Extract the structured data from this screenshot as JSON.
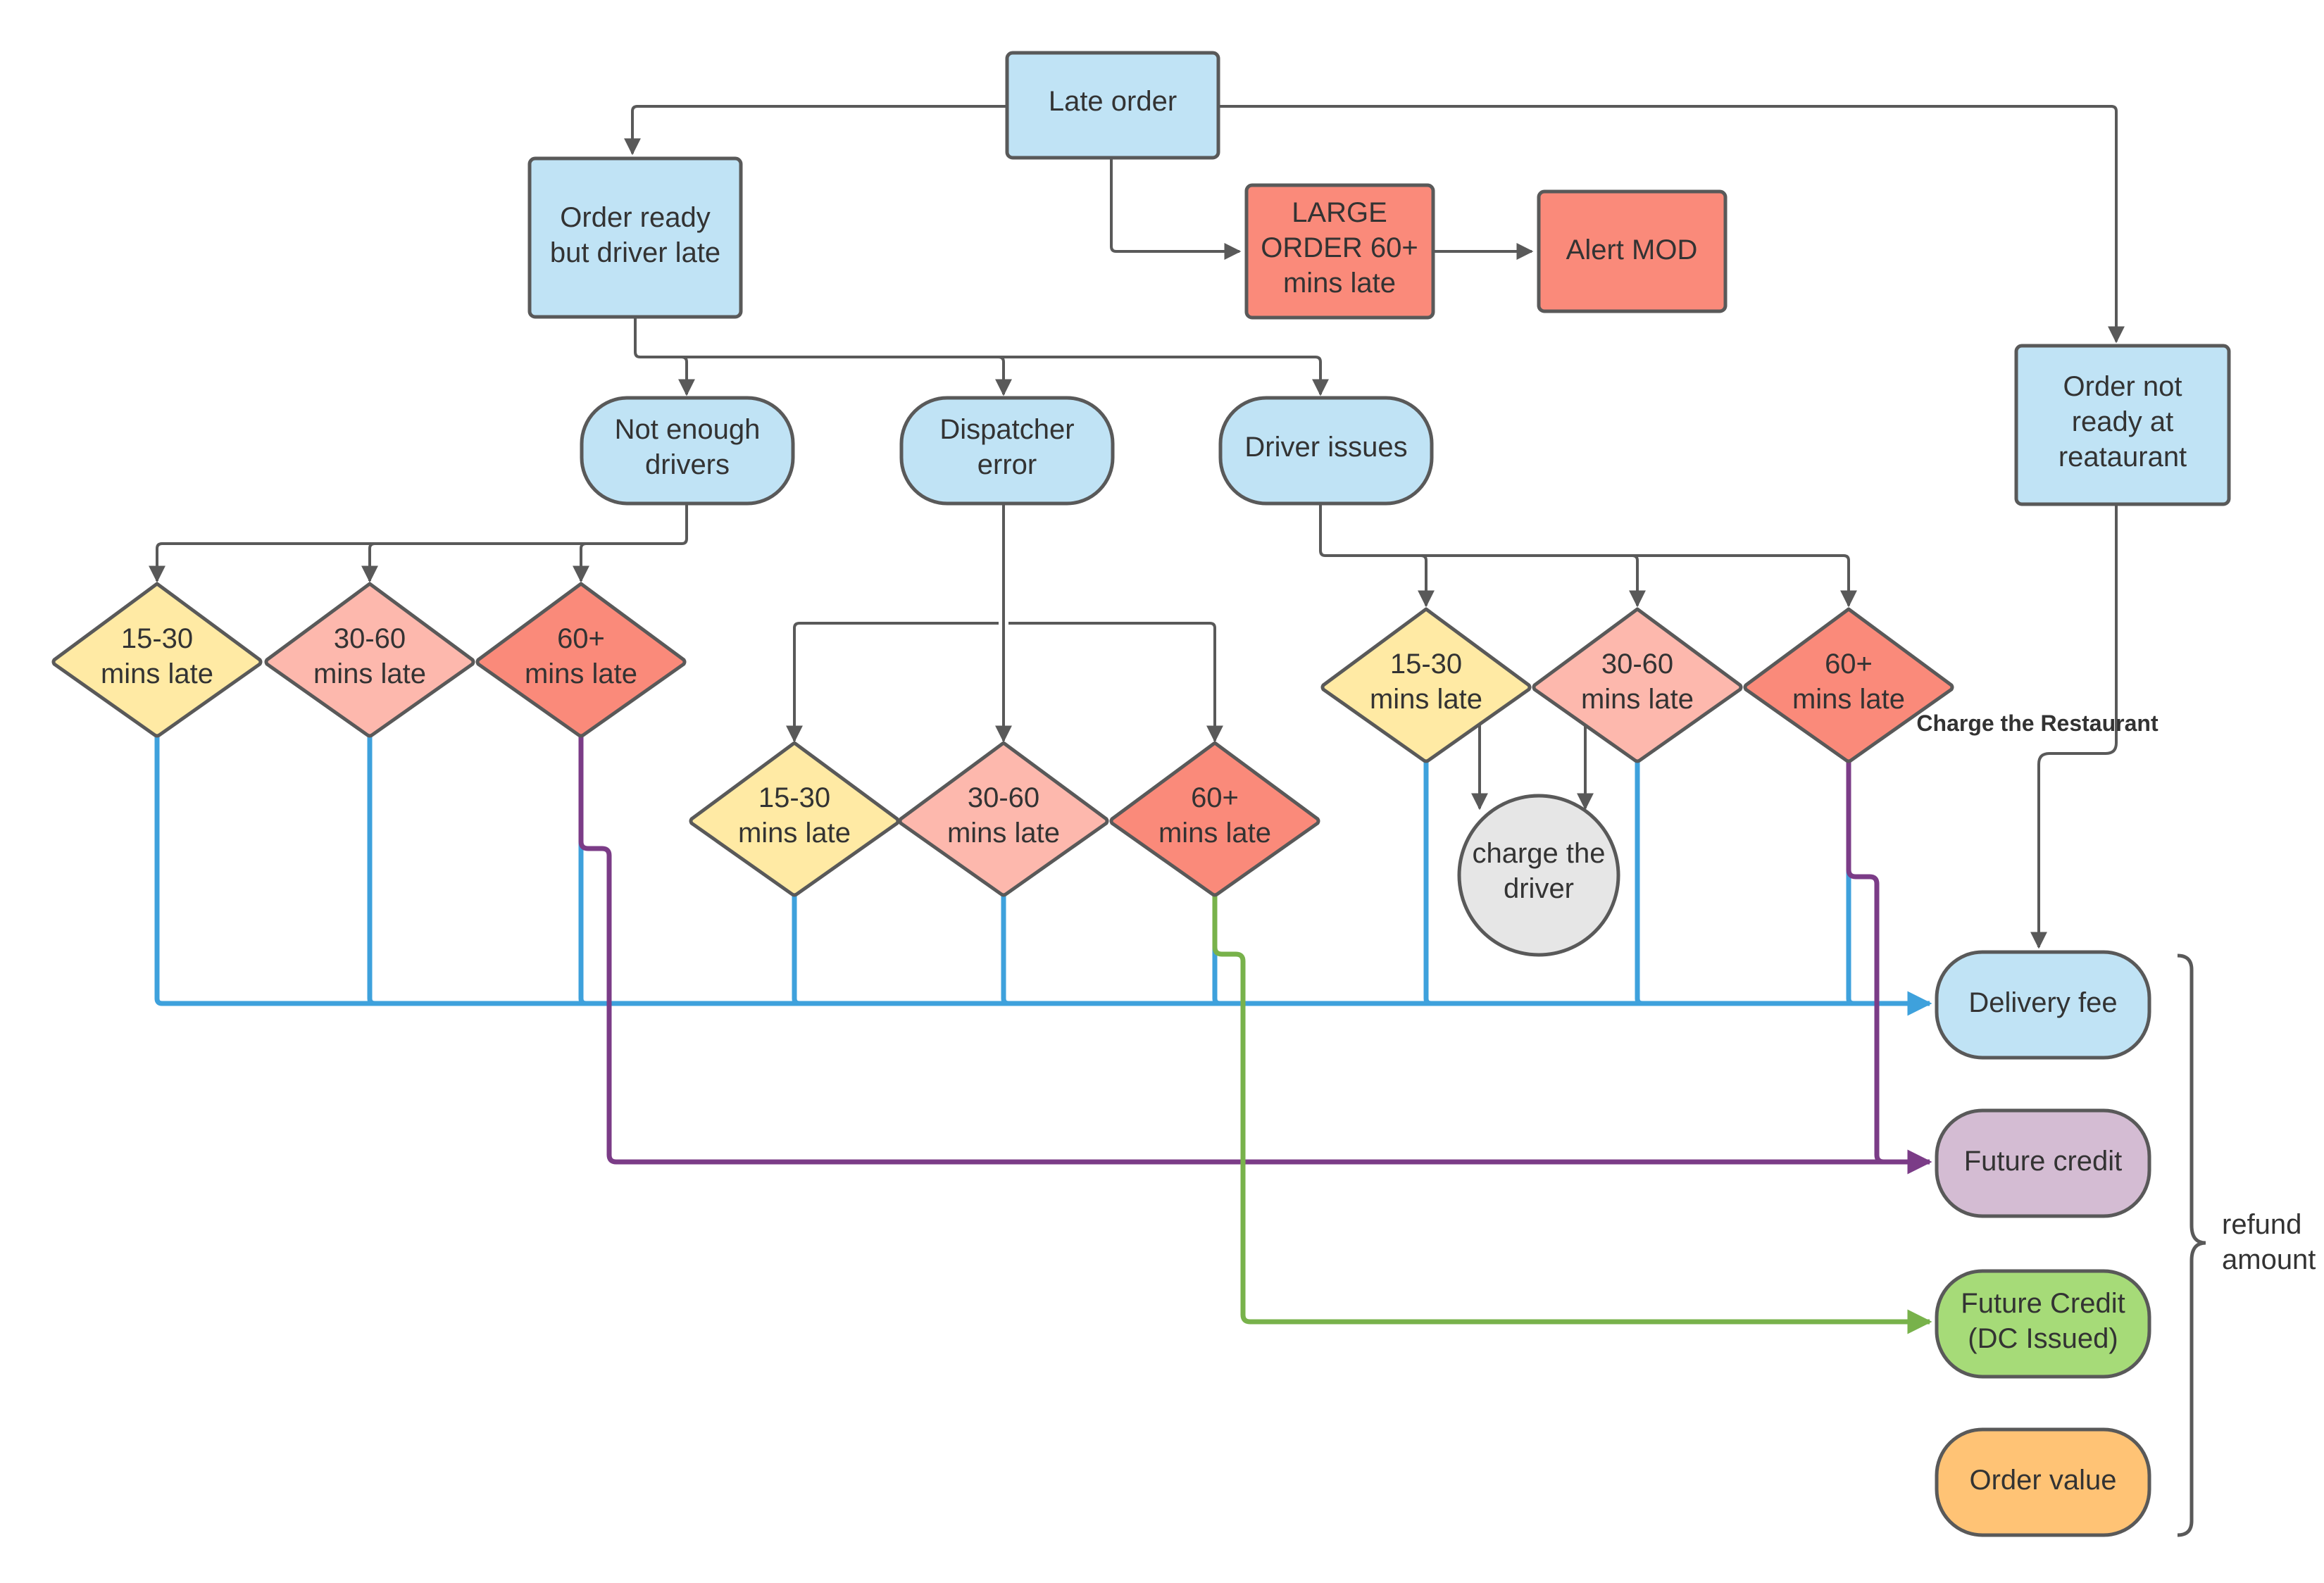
{
  "colors": {
    "blue_fill": "#c0e3f5",
    "red_fill": "#fa8a7a",
    "yellow_fill": "#ffeaa4",
    "pink_fill": "#fdb8ad",
    "gray_fill": "#e6e6e6",
    "purple_fill": "#d4bcd3",
    "green_fill": "#a6db78",
    "orange_fill": "#ffc375",
    "stroke": "#595959",
    "connector": "#595959",
    "blue_line": "#3ea1dc",
    "purple_line": "#7b3c87",
    "green_line": "#78b24b"
  },
  "nodes": {
    "late_order": [
      "Late order"
    ],
    "order_ready_driver_late": [
      "Order ready",
      "but driver late"
    ],
    "large_order": [
      "LARGE",
      "ORDER 60+",
      "mins late"
    ],
    "alert_mod": [
      "Alert MOD"
    ],
    "order_not_ready": [
      "Order not",
      "ready at",
      "reataurant"
    ],
    "not_enough_drivers": [
      "Not enough",
      "drivers"
    ],
    "dispatcher_error": [
      "Dispatcher",
      "error"
    ],
    "driver_issues": [
      "Driver issues"
    ],
    "ned_15_30": [
      "15-30",
      "mins late"
    ],
    "ned_30_60": [
      "30-60",
      "mins late"
    ],
    "ned_60": [
      "60+",
      "mins late"
    ],
    "de_15_30": [
      "15-30",
      "mins late"
    ],
    "de_30_60": [
      "30-60",
      "mins late"
    ],
    "de_60": [
      "60+",
      "mins late"
    ],
    "di_15_30": [
      "15-30",
      "mins late"
    ],
    "di_30_60": [
      "30-60",
      "mins late"
    ],
    "di_60": [
      "60+",
      "mins late"
    ],
    "charge_driver": [
      "charge the",
      "driver"
    ],
    "delivery_fee": [
      "Delivery fee"
    ],
    "future_credit": [
      "Future credit"
    ],
    "future_credit_dc": [
      "Future Credit",
      "(DC Issued)"
    ],
    "order_value": [
      "Order value"
    ]
  },
  "edge_labels": {
    "charge_restaurant": "Charge the Restaurant"
  },
  "annotations": {
    "refund_amount": [
      "refund",
      "amount"
    ]
  }
}
